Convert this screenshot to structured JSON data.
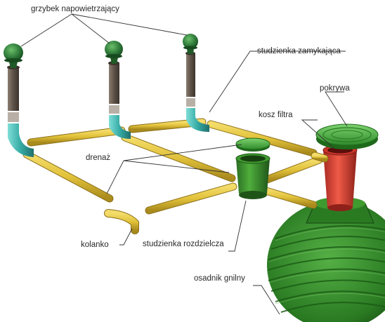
{
  "labels": {
    "vent_caps": "grzybek napowietrzający",
    "closing_well": "studzienka zamykająca",
    "lid": "pokrywa",
    "filter_basket": "kosz filtra",
    "drainage": "drenaż",
    "elbow": "kolanko",
    "distribution_well": "studzienka rozdzielcza",
    "septic_tank": "osadnik gnilny"
  },
  "colors": {
    "drain_pipe": "#e2c23a",
    "vent_pipe": "#6b5e52",
    "elbow_fitting": "#3fb7b1",
    "vent_cap": "#2f7a3a",
    "distribution_well": "#3f9a2f",
    "filter_basket": "#e0473a",
    "tank": "#2f8a2a",
    "lid": "#4db84a"
  }
}
